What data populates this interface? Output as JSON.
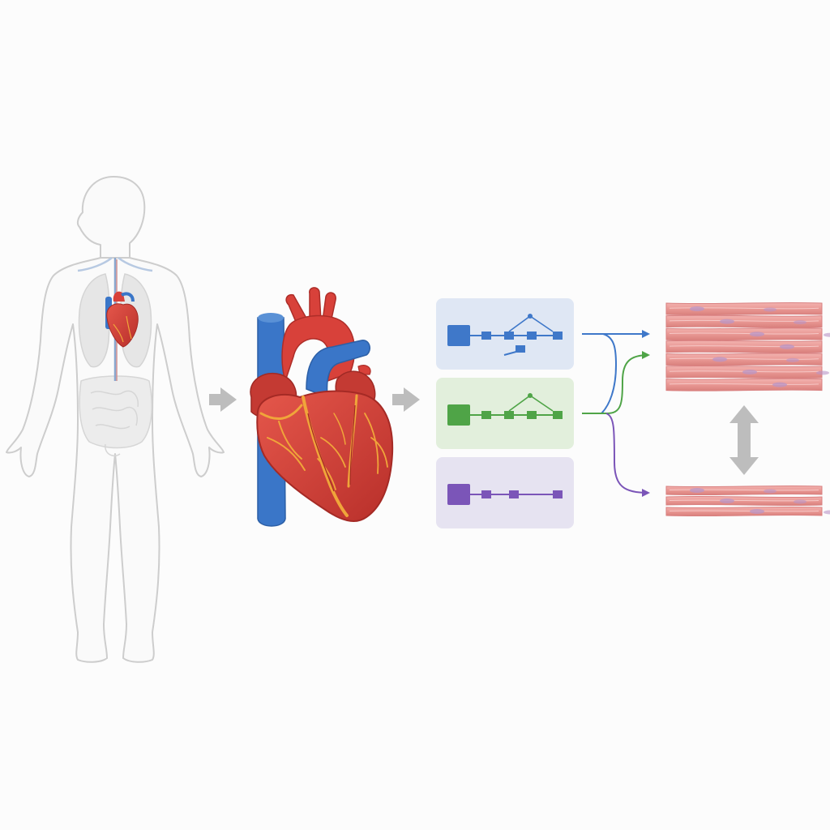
{
  "colors": {
    "background": "#fcfcfc",
    "body_outline": "#cfcfcf",
    "heart_red": "#d8413a",
    "heart_dark": "#b8302c",
    "vessel_blue": "#3a76c8",
    "fat_yellow": "#f0a53a",
    "arrow_gray": "#b9b9b9",
    "isoform_1": "#3f78c9",
    "isoform_1_panel": "#dfe7f4",
    "isoform_2": "#4fa447",
    "isoform_2_panel": "#e2efdc",
    "isoform_3": "#7b55b8",
    "isoform_3_panel": "#e6e3f1",
    "muscle_fiber": "#eea0a0",
    "muscle_fiber_edge": "#d98080",
    "muscle_nucleus": "#b995c6"
  },
  "icons": {
    "person": "human-body-with-heart-icon",
    "heart": "anatomical-heart-icon",
    "thick_tissue": "dense-muscle-fibers-icon",
    "thin_tissue": "thin-muscle-fibers-icon",
    "compare": "double-headed-vertical-arrow-icon"
  },
  "isoforms": [
    {
      "color_key": "isoform_1",
      "exons": 5,
      "splice_arc": true,
      "extra_fragment": true
    },
    {
      "color_key": "isoform_2",
      "exons": 5,
      "splice_arc": true,
      "extra_fragment": false
    },
    {
      "color_key": "isoform_3",
      "exons": 4,
      "splice_arc": false,
      "extra_fragment": false
    }
  ]
}
